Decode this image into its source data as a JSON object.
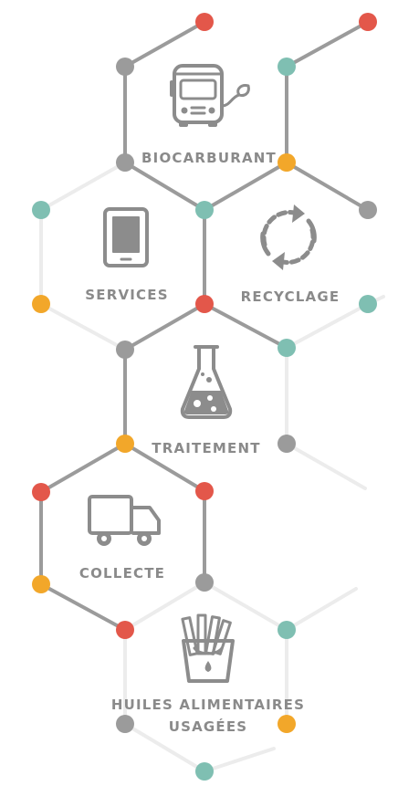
{
  "colors": {
    "red": "#e3574a",
    "orange": "#f2a72a",
    "teal": "#7fbfb2",
    "gray": "#9b9b9b",
    "line": "#9b9b9b",
    "light_line": "#ececec",
    "icon": "#8c8c8c",
    "text": "#8a8a8a"
  },
  "steps": [
    {
      "id": "biocarburant",
      "label": "BIOCARBURANT",
      "icon": "bus-icon"
    },
    {
      "id": "services",
      "label": "SERVICES",
      "icon": "tablet-icon"
    },
    {
      "id": "recyclage",
      "label": "RECYCLAGE",
      "icon": "recycle-icon"
    },
    {
      "id": "traitement",
      "label": "TRAITEMENT",
      "icon": "flask-icon"
    },
    {
      "id": "collecte",
      "label": "COLLECTE",
      "icon": "truck-icon"
    },
    {
      "id": "huiles",
      "label_line1": "HUILES ALIMENTAIRES",
      "label_line2": "USAGÉES",
      "icon": "fries-icon"
    }
  ]
}
